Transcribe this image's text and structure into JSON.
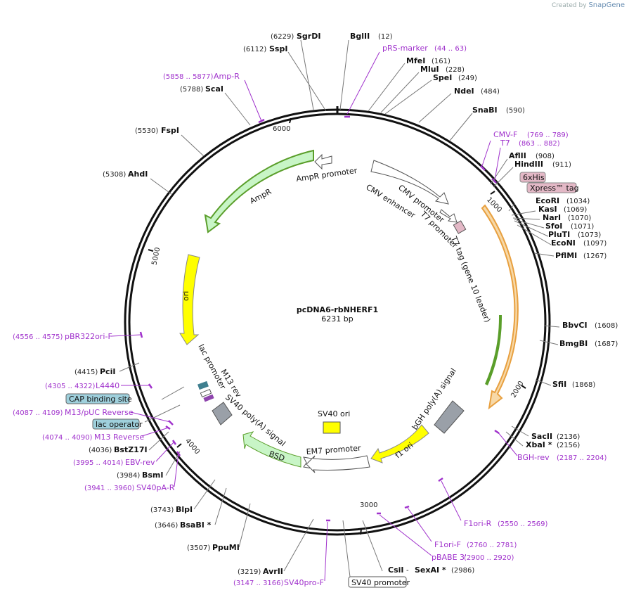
{
  "brand": {
    "prefix": "Created by",
    "name": "SnapGene"
  },
  "plasmid": {
    "name": "pcDNA6-rbNHERF1",
    "length": "6231 bp"
  },
  "ticks": [
    "1000",
    "2000",
    "3000",
    "4000",
    "5000",
    "6000"
  ],
  "sites": {
    "sgrdi": {
      "name": "SgrDI",
      "pos": "(6229)"
    },
    "bglii": {
      "name": "BglII",
      "pos": "(12)"
    },
    "sspi": {
      "name": "SspI",
      "pos": "(6112)"
    },
    "mfei": {
      "name": "MfeI",
      "pos": "(161)"
    },
    "mlui": {
      "name": "MluI",
      "pos": "(228)"
    },
    "spei": {
      "name": "SpeI",
      "pos": "(249)"
    },
    "ndei": {
      "name": "NdeI",
      "pos": "(484)"
    },
    "snabi": {
      "name": "SnaBI",
      "pos": "(590)"
    },
    "scai": {
      "name": "ScaI",
      "pos": "(5788)"
    },
    "fspi": {
      "name": "FspI",
      "pos": "(5530)"
    },
    "ahdi": {
      "name": "AhdI",
      "pos": "(5308)"
    },
    "aflii": {
      "name": "AflII",
      "pos": "(908)"
    },
    "hindiii": {
      "name": "HindIII",
      "pos": "(911)"
    },
    "ecori": {
      "name": "EcoRI",
      "pos": "(1034)"
    },
    "kasi": {
      "name": "KasI",
      "pos": "(1069)"
    },
    "nari": {
      "name": "NarI",
      "pos": "(1070)"
    },
    "sfoi": {
      "name": "SfoI",
      "pos": "(1071)"
    },
    "pluti": {
      "name": "PluTI",
      "pos": "(1073)"
    },
    "econi": {
      "name": "EcoNI",
      "pos": "(1097)"
    },
    "pflmi": {
      "name": "PflMI",
      "pos": "(1267)"
    },
    "bbvci": {
      "name": "BbvCI",
      "pos": "(1608)"
    },
    "bmgbi": {
      "name": "BmgBI",
      "pos": "(1687)"
    },
    "sfii": {
      "name": "SfiI",
      "pos": "(1868)"
    },
    "sacii": {
      "name": "SacII",
      "pos": "(2136)"
    },
    "xbai": {
      "name": "XbaI *",
      "pos": "(2156)"
    },
    "pcii": {
      "name": "PciI",
      "pos": "(4415)"
    },
    "bstz17i": {
      "name": "BstZ17I",
      "pos": "(4036)"
    },
    "bsmi": {
      "name": "BsmI",
      "pos": "(3984)"
    },
    "blpi": {
      "name": "BlpI",
      "pos": "(3743)"
    },
    "bsabi": {
      "name": "BsaBI *",
      "pos": "(3646)"
    },
    "ppumi": {
      "name": "PpuMI",
      "pos": "(3507)"
    },
    "avrii": {
      "name": "AvrII",
      "pos": "(3219)"
    },
    "csii": {
      "name": "CsiI",
      "sep": " - ",
      "name2": "SexAI *",
      "pos": "(2986)"
    }
  },
  "primers": {
    "prs": {
      "name": "pRS-marker",
      "pos": "(44 .. 63)"
    },
    "ampr": {
      "name": "Amp-R",
      "pos": "(5858 .. 5877)"
    },
    "cmvf": {
      "name": "CMV-F",
      "pos": "(769 .. 789)"
    },
    "t7": {
      "name": "T7",
      "pos": "(863 .. 882)"
    },
    "pbr": {
      "name": "pBR322ori-F",
      "pos": "(4556 .. 4575)"
    },
    "l4440": {
      "name": "L4440",
      "pos": "(4305 .. 4322)"
    },
    "m13puc": {
      "name": "M13/pUC Reverse",
      "pos": "(4087 .. 4109)"
    },
    "m13rev": {
      "name": "M13 Reverse",
      "pos": "(4074 .. 4090)"
    },
    "ebv": {
      "name": "EBV-rev",
      "pos": "(3995 .. 4014)"
    },
    "sv40pa": {
      "name": "SV40pA-R",
      "pos": "(3941 .. 3960)"
    },
    "bgh": {
      "name": "BGH-rev",
      "pos": "(2187 .. 2204)"
    },
    "f1r": {
      "name": "F1ori-R",
      "pos": "(2550 .. 2569)"
    },
    "f1f": {
      "name": "F1ori-F",
      "pos": "(2760 .. 2781)"
    },
    "pbabe": {
      "name": "pBABE 3'",
      "pos": "(2900 .. 2920)"
    },
    "sv40pro": {
      "name": "SV40pro-F",
      "pos": "(3147 .. 3166)"
    }
  },
  "features": {
    "his": "6xHis",
    "xpress": "Xpress™ tag",
    "cap": "CAP binding site",
    "lacop": "lac operator",
    "sv40prom": "SV40 promoter",
    "ampr_prom": "AmpR promoter",
    "ampr": "AmpR",
    "ori": "ori",
    "cmv_enh": "CMV enhancer",
    "cmv_prom": "CMV promoter",
    "t7_prom": "T7 promoter",
    "t7_tag": "T7 tag (gene 10 leader)",
    "lac_prom": "lac promoter",
    "m13rev": "M13 rev",
    "sv40pa": "SV40 poly(A) signal",
    "bsd": "BSD",
    "em7": "EM7 promoter",
    "sv40ori": "SV40 ori",
    "bgh": "bGH poly(A) signal",
    "f1ori": "f1 ori"
  },
  "colors": {
    "primer": "#a032cc",
    "ampr_fill": "#c8f5c6",
    "ori_fill": "#ffff00",
    "tag_fill": "#e3b8c6",
    "box_fill": "#9fd0dc",
    "polya_fill": "#9aa0a8",
    "orf_outline": "#e8a040",
    "orf_green": "#5a9e2a"
  }
}
